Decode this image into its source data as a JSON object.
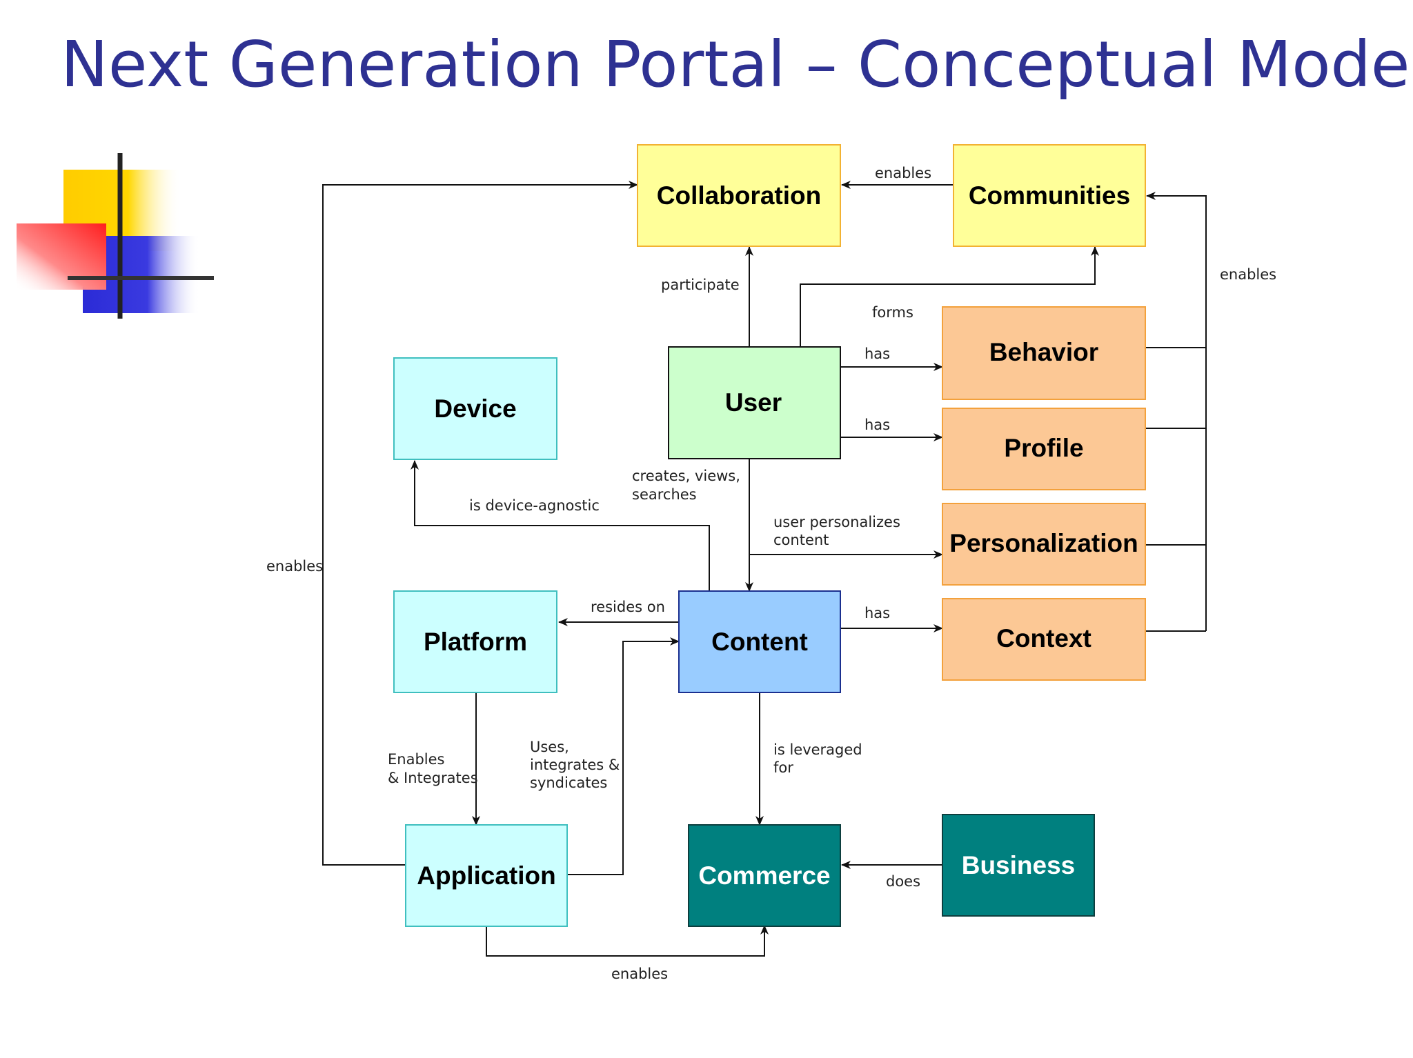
{
  "title": "Next Generation Portal – Conceptual Model",
  "colors": {
    "title": "#2e3192",
    "yellow": "#ffff99",
    "yellow_border": "#f2b233",
    "orange": "#fcc895",
    "orange_border": "#f3a13c",
    "green": "#ccffcc",
    "cyan": "#ccffff",
    "cyan_border": "#3fbfbf",
    "blue": "#99ccff",
    "blue_border": "#1a2f8f",
    "teal": "#00807f",
    "teal_border": "#0d3e3e"
  },
  "nodes": {
    "collaboration": "Collaboration",
    "communities": "Communities",
    "behavior": "Behavior",
    "profile": "Profile",
    "personalization": "Personalization",
    "context": "Context",
    "user": "User",
    "device": "Device",
    "platform": "Platform",
    "content": "Content",
    "application": "Application",
    "commerce": "Commerce",
    "business": "Business"
  },
  "edges": {
    "communities_collaboration": "enables",
    "user_collaboration": "participate",
    "user_communities": "forms",
    "user_behavior": "has",
    "user_profile": "has",
    "orange_communities": "enables",
    "user_content_1": "creates, views,",
    "user_content_2": "searches",
    "content_device": "is device-agnostic",
    "content_personalization_1": "user personalizes",
    "content_personalization_2": "content",
    "application_collaboration": "enables",
    "content_platform": "resides on",
    "content_context": "has",
    "platform_application_1": "Enables",
    "platform_application_2": "& Integrates",
    "application_content_1": "Uses,",
    "application_content_2": "integrates &",
    "application_content_3": "syndicates",
    "content_commerce_1": "is leveraged",
    "content_commerce_2": "for",
    "business_commerce": "does",
    "application_commerce": "enables"
  }
}
